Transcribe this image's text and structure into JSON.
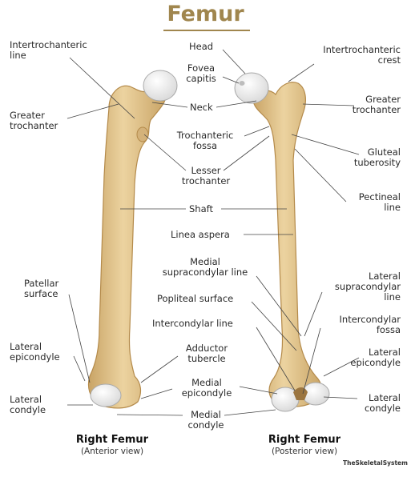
{
  "title": "Femur",
  "labels": {
    "intertrochanteric_line": [
      "Intertrochanteric",
      "line"
    ],
    "head": "Head",
    "fovea_capitis": [
      "Fovea",
      "capitis"
    ],
    "intertrochanteric_crest": [
      "Intertrochanteric",
      "crest"
    ],
    "greater_trochanter_left": [
      "Greater",
      "trochanter"
    ],
    "neck": "Neck",
    "greater_trochanter_right": [
      "Greater",
      "trochanter"
    ],
    "trochanteric_fossa": [
      "Trochanteric",
      "fossa"
    ],
    "gluteal_tuberosity": [
      "Gluteal",
      "tuberosity"
    ],
    "lesser_trochanter": [
      "Lesser",
      "trochanter"
    ],
    "pectineal_line": [
      "Pectineal",
      "line"
    ],
    "shaft": "Shaft",
    "linea_aspera": "Linea aspera",
    "medial_supracondylar_line": [
      "Medial",
      "supracondylar line"
    ],
    "patellar_surface": [
      "Patellar",
      "surface"
    ],
    "lateral_supracondylar_line": [
      "Lateral",
      "supracondylar",
      "line"
    ],
    "popliteal_surface": "Popliteal surface",
    "intercondylar_line": "Intercondylar line",
    "intercondylar_fossa": [
      "Intercondylar",
      "fossa"
    ],
    "lateral_epicondyle_left": [
      "Lateral",
      "epicondyle"
    ],
    "adductor_tubercle": [
      "Adductor",
      "tubercle"
    ],
    "lateral_epicondyle_right": [
      "Lateral",
      "epicondyle"
    ],
    "medial_epicondyle": [
      "Medial",
      "epicondyle"
    ],
    "lateral_condyle_left": [
      "Lateral",
      "condyle"
    ],
    "medial_condyle": [
      "Medial",
      "condyle"
    ],
    "lateral_condyle_right": [
      "Lateral",
      "condyle"
    ]
  },
  "captions": {
    "left_title": "Right Femur",
    "left_sub": "(Anterior view)",
    "right_title": "Right Femur",
    "right_sub": "(Posterior view)"
  },
  "credit": "TheSkeletalSystem",
  "colors": {
    "title": "#a0864e",
    "bone": "#e2c48c",
    "bone_shadow": "#c9a466",
    "cartilage": "#f4f4f4",
    "leader": "#444444"
  }
}
